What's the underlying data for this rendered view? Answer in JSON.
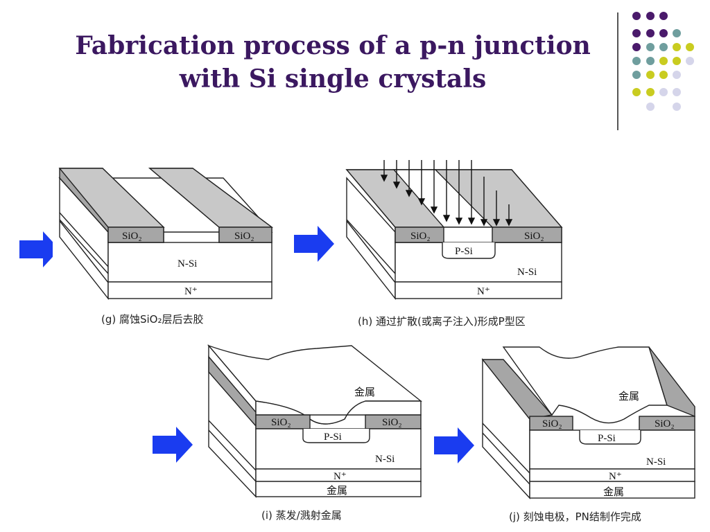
{
  "slide": {
    "title_line1": "Fabrication process of  a p-n junction",
    "title_line2": "with Si single crystals"
  },
  "panels": [
    {
      "caption": "(g) 腐蚀SiO₂层后去胶",
      "sio2": "SiO₂",
      "nsi": "N-Si",
      "nplus": "N⁺"
    },
    {
      "caption": "(h) 通过扩散(或离子注入)形成P型区",
      "sio2": "SiO₂",
      "psi": "P-Si",
      "nsi": "N-Si",
      "nplus": "N⁺"
    },
    {
      "caption": "(i) 蒸发/溅射金属",
      "metal": "金属",
      "sio2": "SiO₂",
      "psi": "P-Si",
      "nsi": "N-Si",
      "nplus": "N⁺",
      "metal_bottom": "金属"
    },
    {
      "caption": "(j) 刻蚀电极，PN结制作完成",
      "metal": "金属",
      "sio2": "SiO₂",
      "psi": "P-Si",
      "nsi": "N-Si",
      "nplus": "N⁺",
      "metal_bottom": "金属"
    }
  ],
  "colors": {
    "title": "#3b1860",
    "arrow": "#1a3cf0",
    "oxide": "#a6a6a6",
    "dot_purple": "#4a1a6b",
    "dot_teal": "#6f9e9e",
    "dot_yellow": "#c9cc20",
    "dot_lavender": "#d5d5ea"
  }
}
